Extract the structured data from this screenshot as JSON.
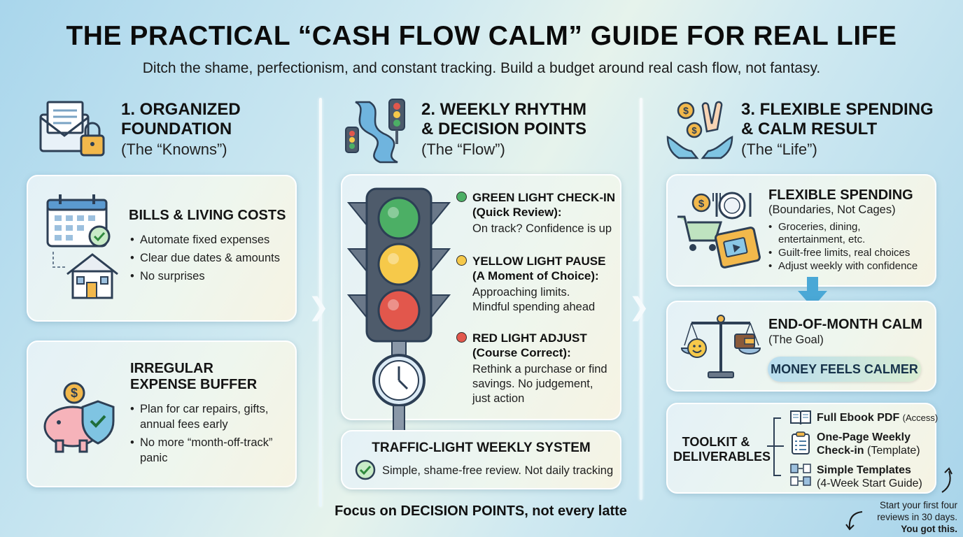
{
  "header": {
    "title": "THE PRACTICAL “CASH FLOW CALM” GUIDE FOR REAL LIFE",
    "subtitle": "Ditch the shame, perfectionism, and constant tracking. Build a budget around real cash flow, not fantasy."
  },
  "col1": {
    "title_line1": "1. ORGANIZED",
    "title_line2": "FOUNDATION",
    "sub": "(The “Knowns”)",
    "bills": {
      "title": "BILLS & LIVING COSTS",
      "items": [
        "Automate fixed expenses",
        "Clear due dates & amounts",
        "No surprises"
      ]
    },
    "buffer": {
      "title_line1": "IRREGULAR",
      "title_line2": "EXPENSE BUFFER",
      "items": [
        "Plan for car repairs, gifts, annual fees early",
        "No more “month-off-track” panic"
      ]
    }
  },
  "col2": {
    "title_line1": "2. WEEKLY RHYTHM",
    "title_line2": "& DECISION POINTS",
    "sub": "(The “Flow”)",
    "green": {
      "head1": "GREEN LIGHT CHECK-IN",
      "head2": "(Quick Review):",
      "body": "On track? Confidence is up"
    },
    "yellow": {
      "head1": "YELLOW LIGHT PAUSE",
      "head2": "(A Moment of Choice):",
      "body1": "Approaching limits.",
      "body2": "Mindful spending ahead"
    },
    "red": {
      "head1": "RED LIGHT ADJUST",
      "head2": "(Course Correct):",
      "body1": "Rethink a purchase or find",
      "body2": "savings. No judgement,",
      "body3": "just action"
    },
    "system": {
      "title": "TRAFFIC-LIGHT WEEKLY SYSTEM",
      "body": "Simple, shame-free review. Not daily tracking"
    },
    "footer": "Focus on DECISION POINTS, not every latte"
  },
  "col3": {
    "title_line1": "3. FLEXIBLE SPENDING",
    "title_line2": "& CALM RESULT",
    "sub": "(The “Life”)",
    "flex": {
      "title": "FLEXIBLE SPENDING",
      "sub": "(Boundaries, Not Cages)",
      "items": [
        "Groceries, dining, entertainment, etc.",
        "Guilt-free limits, real choices",
        "Adjust weekly with confidence"
      ]
    },
    "calm": {
      "title": "END-OF-MONTH CALM",
      "sub": "(The Goal)",
      "pill": "MONEY FEELS CALMER"
    },
    "toolkit": {
      "label_line1": "TOOLKIT &",
      "label_line2": "DELIVERABLES",
      "items": [
        {
          "bold": "Full Ebook PDF",
          "extra": "(Access)"
        },
        {
          "bold": "One-Page Weekly",
          "bold2": "Check-in",
          "extra": "(Template)"
        },
        {
          "bold": "Simple Templates",
          "extra": "(4-Week Start Guide)"
        }
      ]
    },
    "note_line1": "Start your first four",
    "note_line2": "reviews in 30 days.",
    "note_line3": "You got this."
  },
  "colors": {
    "green": "#4caf65",
    "yellow": "#f6c94a",
    "red": "#e2574c",
    "accent": "#2f8fc4"
  }
}
